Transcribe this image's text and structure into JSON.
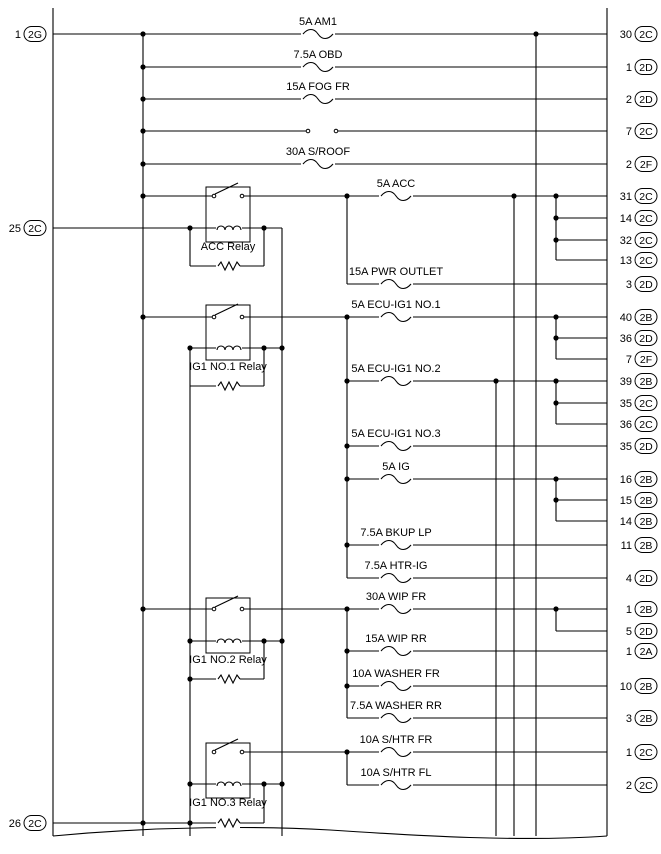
{
  "diagram": {
    "type": "wiring-diagram",
    "left_connectors": [
      {
        "pin": "1",
        "connector": "2G"
      },
      {
        "pin": "25",
        "connector": "2C"
      },
      {
        "pin": "26",
        "connector": "2C"
      }
    ],
    "fuses": [
      {
        "label": "5A AM1"
      },
      {
        "label": "7.5A OBD"
      },
      {
        "label": "15A FOG FR"
      },
      {
        "label": ""
      },
      {
        "label": "30A S/ROOF"
      },
      {
        "label": "5A ACC"
      },
      {
        "label": "15A PWR OUTLET"
      },
      {
        "label": "5A ECU-IG1 NO.1"
      },
      {
        "label": "5A ECU-IG1 NO.2"
      },
      {
        "label": "5A ECU-IG1 NO.3"
      },
      {
        "label": "5A IG"
      },
      {
        "label": "7.5A BKUP LP"
      },
      {
        "label": "7.5A HTR-IG"
      },
      {
        "label": "30A WIP FR"
      },
      {
        "label": "15A WIP RR"
      },
      {
        "label": "10A WASHER FR"
      },
      {
        "label": "7.5A WASHER RR"
      },
      {
        "label": "10A S/HTR FR"
      },
      {
        "label": "10A S/HTR FL"
      }
    ],
    "relays": [
      {
        "label": "ACC Relay"
      },
      {
        "label": "IG1 NO.1 Relay"
      },
      {
        "label": "IG1 NO.2 Relay"
      },
      {
        "label": "IG1 NO.3 Relay"
      }
    ],
    "right_connectors": [
      {
        "pin": "30",
        "connector": "2C"
      },
      {
        "pin": "1",
        "connector": "2D"
      },
      {
        "pin": "2",
        "connector": "2D"
      },
      {
        "pin": "7",
        "connector": "2C"
      },
      {
        "pin": "2",
        "connector": "2F"
      },
      {
        "pin": "31",
        "connector": "2C"
      },
      {
        "pin": "14",
        "connector": "2C"
      },
      {
        "pin": "32",
        "connector": "2C"
      },
      {
        "pin": "13",
        "connector": "2C"
      },
      {
        "pin": "3",
        "connector": "2D"
      },
      {
        "pin": "40",
        "connector": "2B"
      },
      {
        "pin": "36",
        "connector": "2D"
      },
      {
        "pin": "7",
        "connector": "2F"
      },
      {
        "pin": "39",
        "connector": "2B"
      },
      {
        "pin": "35",
        "connector": "2C"
      },
      {
        "pin": "36",
        "connector": "2C"
      },
      {
        "pin": "35",
        "connector": "2D"
      },
      {
        "pin": "16",
        "connector": "2B"
      },
      {
        "pin": "15",
        "connector": "2B"
      },
      {
        "pin": "14",
        "connector": "2B"
      },
      {
        "pin": "11",
        "connector": "2B"
      },
      {
        "pin": "4",
        "connector": "2D"
      },
      {
        "pin": "1",
        "connector": "2B"
      },
      {
        "pin": "5",
        "connector": "2D"
      },
      {
        "pin": "1",
        "connector": "2A"
      },
      {
        "pin": "10",
        "connector": "2B"
      },
      {
        "pin": "3",
        "connector": "2B"
      },
      {
        "pin": "1",
        "connector": "2C"
      },
      {
        "pin": "2",
        "connector": "2C"
      }
    ]
  }
}
